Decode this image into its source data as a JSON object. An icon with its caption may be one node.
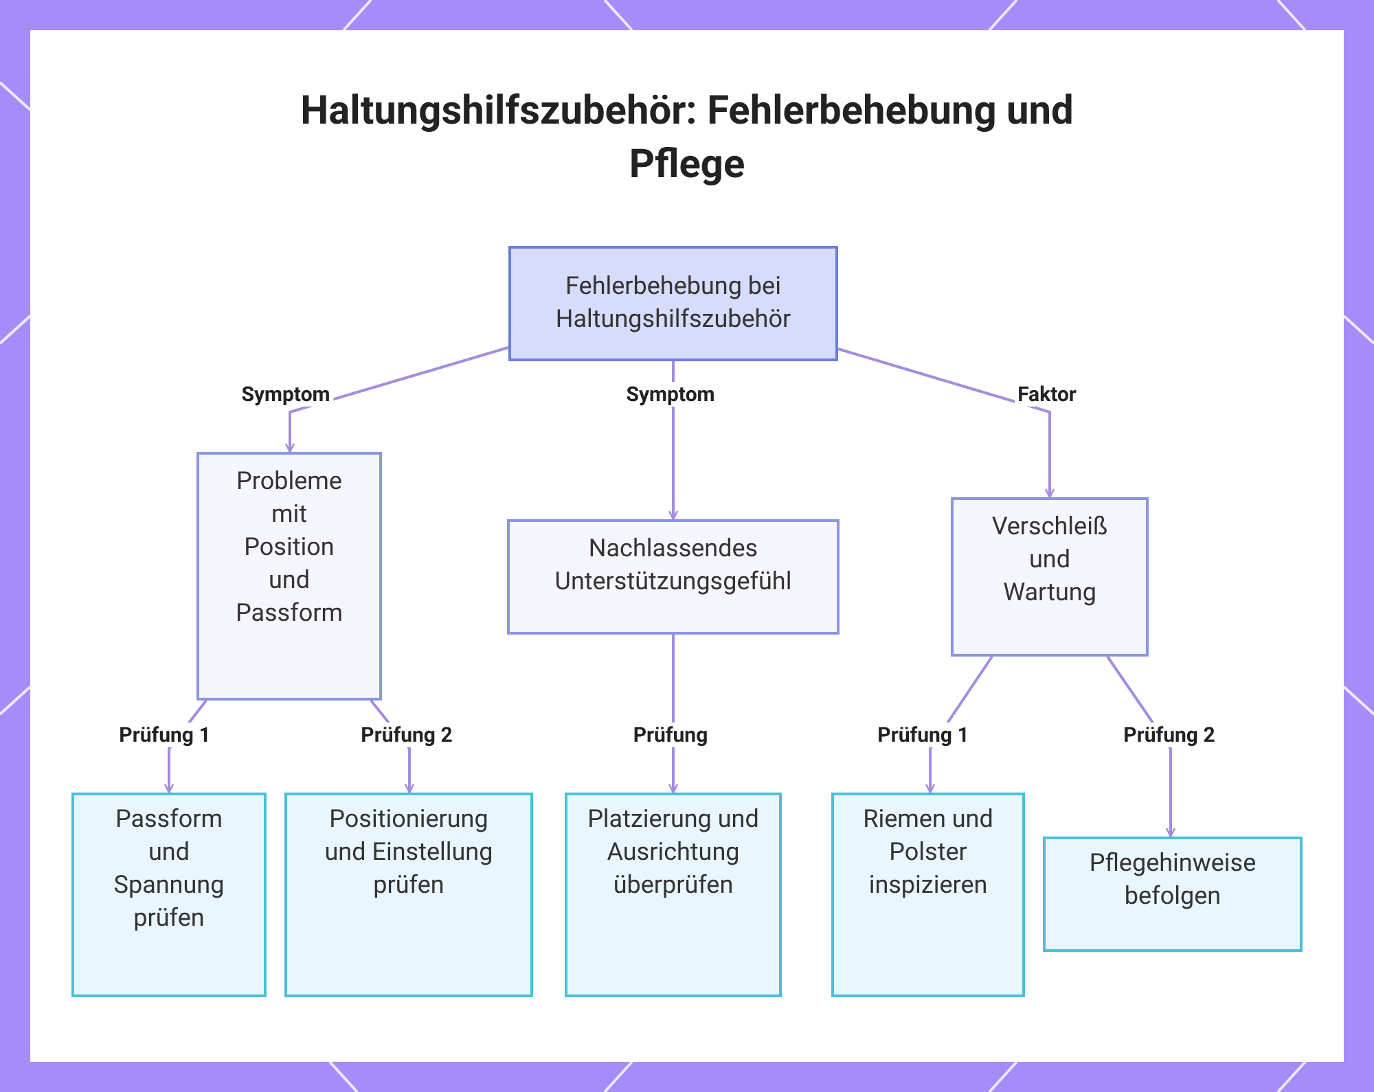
{
  "diagram": {
    "title": "Haltungshilfszubehör: Fehlerbehebung und Pflege",
    "nodes": [
      {
        "text": [
          "Fehlerbehebung bei Haltungshilfszubehör"
        ]
      },
      {
        "text": [
          "Probleme mit Position und Passform"
        ]
      },
      {
        "text": [
          "Nachlassendes Unterstützungsgefühl"
        ]
      },
      {
        "text": [
          "Verschleiß und Wartung"
        ]
      },
      {
        "text": [
          "Passform und Spannung prüfen"
        ]
      },
      {
        "text": [
          "Positionierung und Einstellung prüfen"
        ]
      },
      {
        "text": [
          "Platzierung und Ausrichtung überprüfen"
        ]
      },
      {
        "text": [
          "Riemen und Polster inspizieren"
        ]
      },
      {
        "text": [
          "Pflegehinweise befolgen"
        ]
      }
    ],
    "edges": [
      {
        "from": 0,
        "to": 1,
        "arrow": "to",
        "label": "Symptom"
      },
      {
        "from": 0,
        "to": 2,
        "arrow": "to",
        "label": "Symptom"
      },
      {
        "from": 0,
        "to": 3,
        "arrow": "to",
        "label": "Faktor"
      },
      {
        "from": 1,
        "to": 4,
        "arrow": "to",
        "label": "Prüfung 1"
      },
      {
        "from": 1,
        "to": 5,
        "arrow": "to",
        "label": "Prüfung 2"
      },
      {
        "from": 2,
        "to": 6,
        "arrow": "to",
        "label": "Prüfung"
      },
      {
        "from": 3,
        "to": 7,
        "arrow": "to",
        "label": "Prüfung 1"
      },
      {
        "from": 3,
        "to": 8,
        "arrow": "to",
        "label": "Prüfung 2"
      }
    ]
  }
}
